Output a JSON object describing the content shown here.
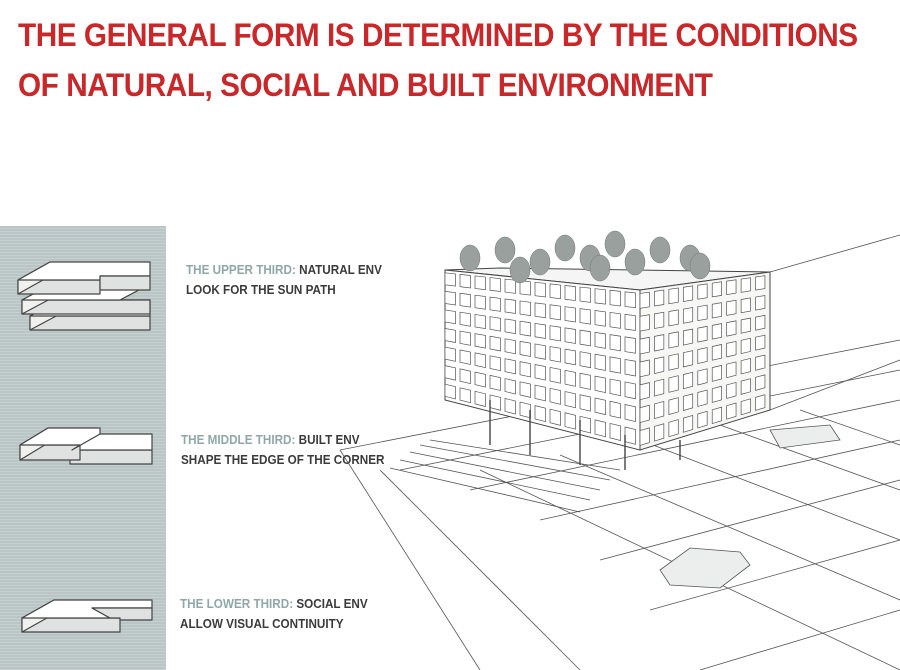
{
  "title": {
    "line1": "THE GENERAL FORM IS DETERMINED BY THE CONDITIONS",
    "line2": "OF NATURAL, SOCIAL AND BUILT ENVIRONMENT"
  },
  "thirds": [
    {
      "label": "THE UPPER THIRD:",
      "value": "NATURAL ENV",
      "action": "LOOK FOR THE SUN PATH"
    },
    {
      "label": "THE MIDDLE THIRD:",
      "value": "BUILT ENV",
      "action": "SHAPE THE EDGE OF THE CORNER"
    },
    {
      "label": "THE LOWER THIRD:",
      "value": "SOCIAL  ENV",
      "action": "ALLOW VISUAL CONTINUITY"
    }
  ],
  "colors": {
    "title": "#c8282a",
    "sidebar": "#b9c6c5",
    "label": "#8fa8a7",
    "text": "#3b3b3b"
  }
}
